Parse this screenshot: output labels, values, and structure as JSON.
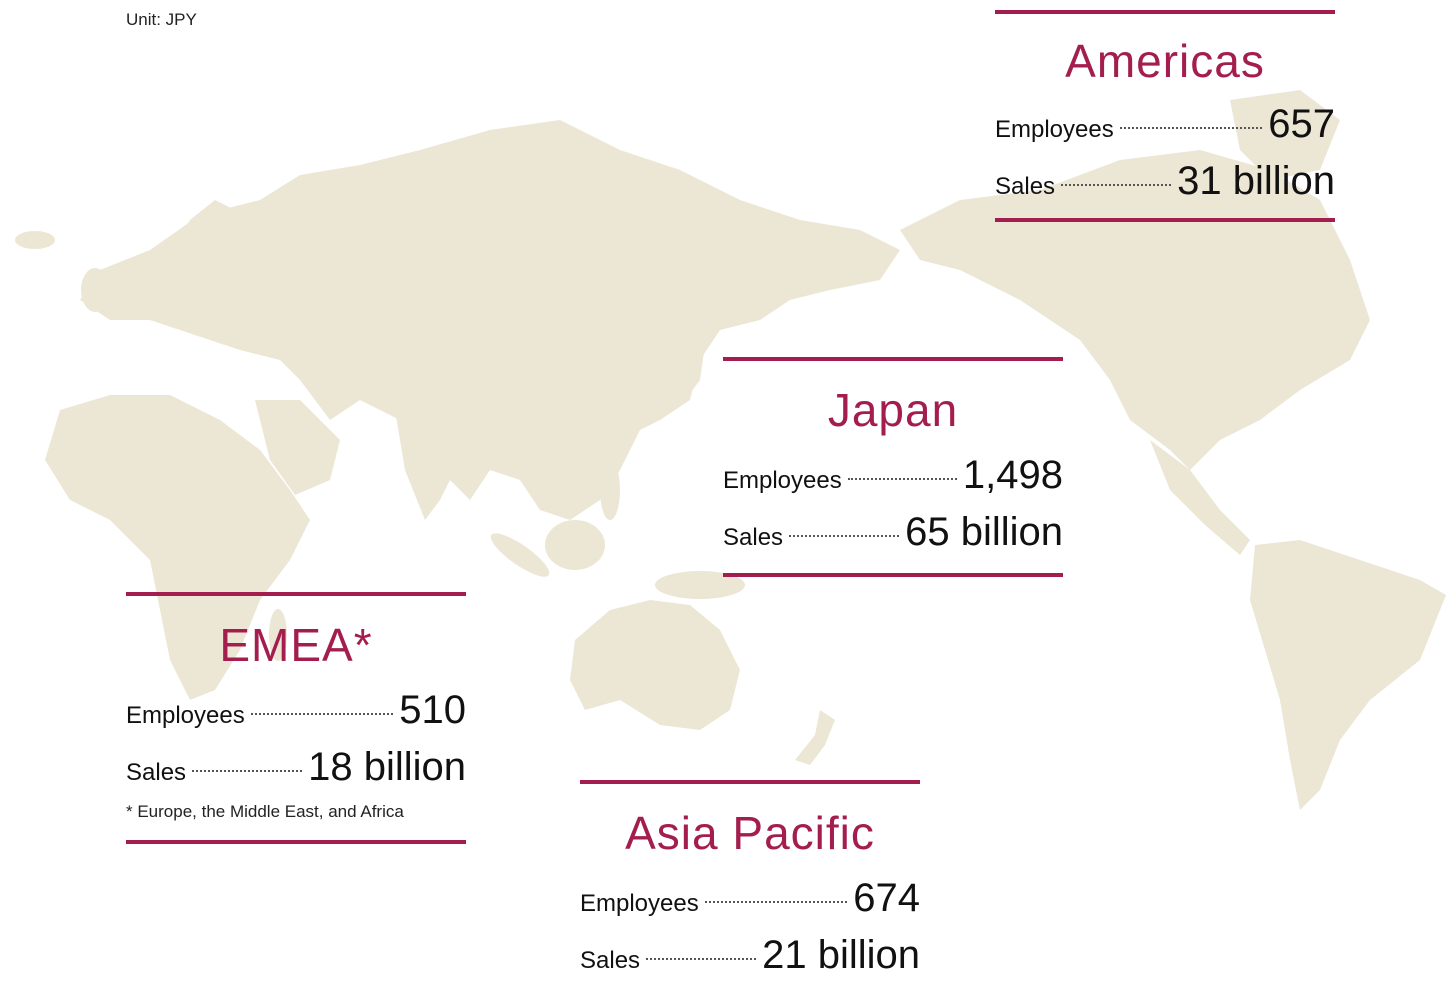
{
  "unit_label": "Unit: JPY",
  "map_color": "#ece6d5",
  "accent_color": "#a31e4e",
  "regions": {
    "americas": {
      "name": "Americas",
      "employees_label": "Employees",
      "employees_value": "657",
      "sales_label": "Sales",
      "sales_value": "31 billion"
    },
    "japan": {
      "name": "Japan",
      "employees_label": "Employees",
      "employees_value": "1,498",
      "sales_label": "Sales",
      "sales_value": "65 billion"
    },
    "emea": {
      "name": "EMEA*",
      "employees_label": "Employees",
      "employees_value": "510",
      "sales_label": "Sales",
      "sales_value": "18 billion",
      "footnote": "* Europe, the Middle East, and Africa"
    },
    "asia_pacific": {
      "name": "Asia Pacific",
      "employees_label": "Employees",
      "employees_value": "674",
      "sales_label": "Sales",
      "sales_value": "21 billion"
    }
  }
}
